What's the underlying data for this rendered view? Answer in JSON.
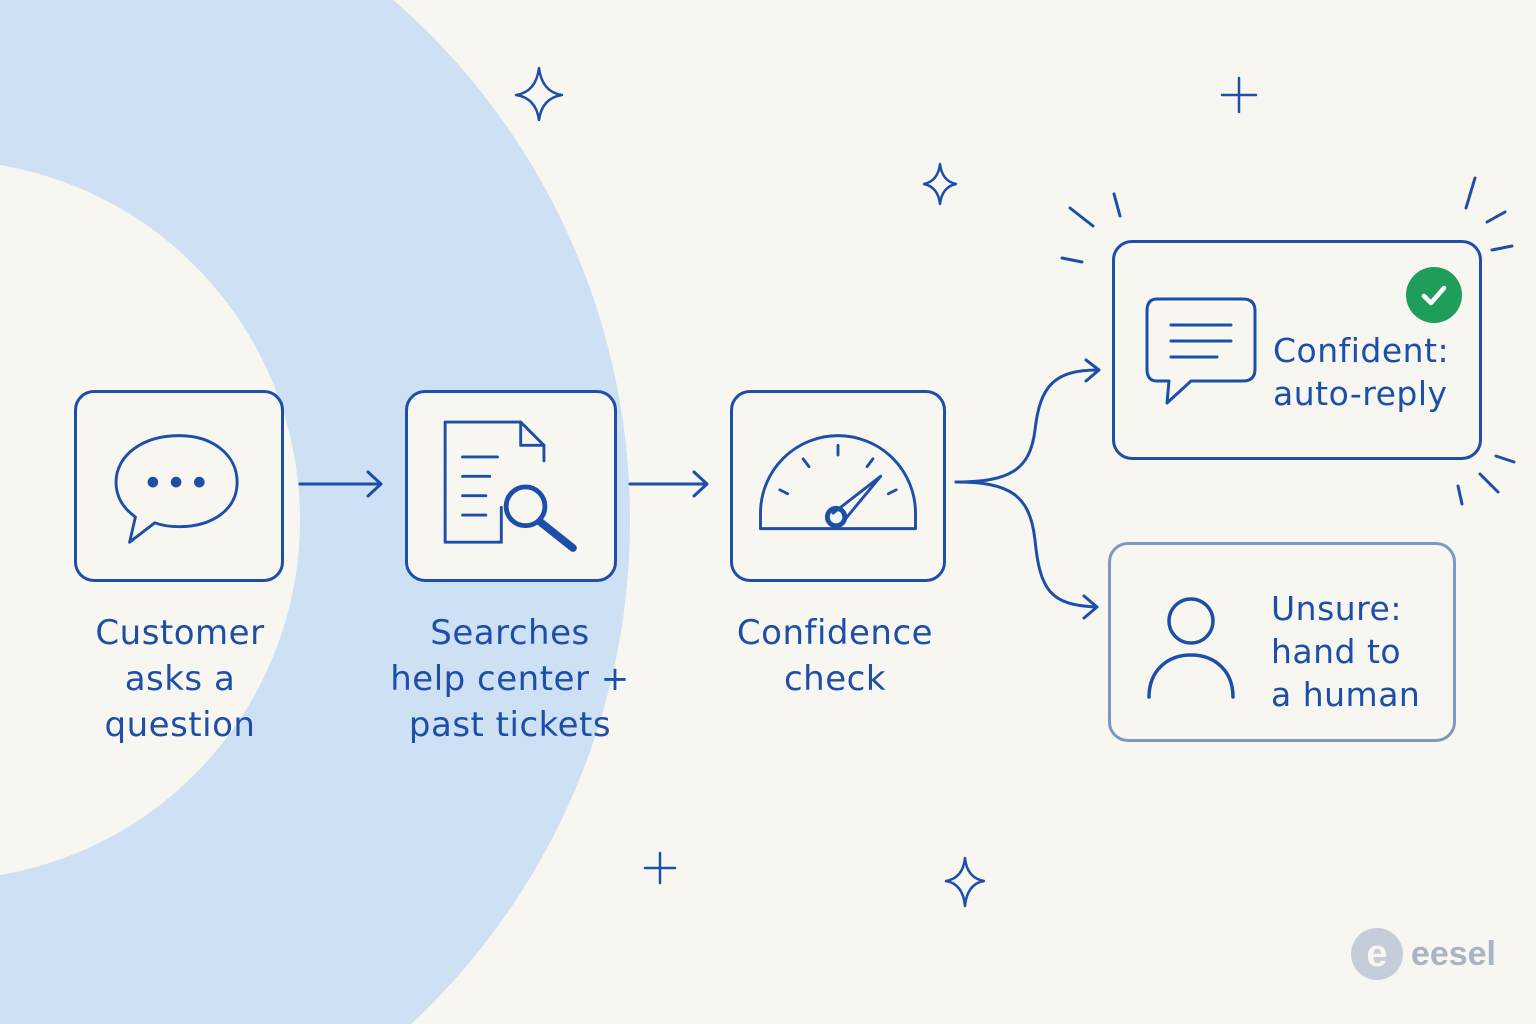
{
  "colors": {
    "background": "#f8f6f1",
    "ring": "#cde0f4",
    "stroke": "#1d4fa8",
    "unsure_stroke": "#7e98c4",
    "check": "#1f9d5b",
    "brand": "#a9b4c4"
  },
  "steps": [
    {
      "icon": "speech-bubble-ellipsis-icon",
      "lines": [
        "Customer",
        "asks a",
        "question"
      ]
    },
    {
      "icon": "document-search-icon",
      "lines": [
        "Searches",
        "help center +",
        "past tickets"
      ]
    },
    {
      "icon": "gauge-icon",
      "lines": [
        "Confidence",
        "check"
      ]
    }
  ],
  "outcomes": {
    "confident": {
      "icon": "chat-message-icon",
      "badge_icon": "checkmark-icon",
      "lines": [
        "Confident:",
        "auto-reply"
      ]
    },
    "unsure": {
      "icon": "person-icon",
      "lines": [
        "Unsure:",
        "hand to",
        "a human"
      ]
    }
  },
  "brand": {
    "mark": "e",
    "name": "eesel"
  }
}
